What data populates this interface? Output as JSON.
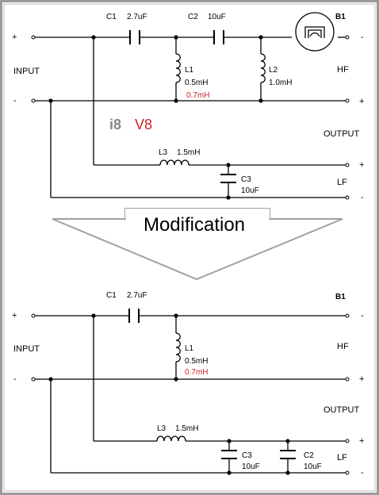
{
  "top_circuit": {
    "c1_name": "C1",
    "c1_value": "2.7uF",
    "c2_name": "C2",
    "c2_value": "10uF",
    "l1_name": "L1",
    "l1_value": "0.5mH",
    "l1_alt_value": "0.7mH",
    "l2_name": "L2",
    "l2_value": "1.0mH",
    "b1_name": "B1",
    "input_label": "INPUT",
    "hf_label": "HF",
    "output_label": "OUTPUT",
    "lf_label": "LF",
    "l3_name": "L3",
    "l3_value": "1.5mH",
    "c3_name": "C3",
    "c3_value": "10uF",
    "model_i8": "i8",
    "model_v8": "V8",
    "plus": "+",
    "minus": "-"
  },
  "banner": {
    "text": "Modification"
  },
  "bottom_circuit": {
    "c1_name": "C1",
    "c1_value": "2.7uF",
    "b1_name": "B1",
    "l1_name": "L1",
    "l1_value": "0.5mH",
    "l1_alt_value": "0.7mH",
    "input_label": "INPUT",
    "hf_label": "HF",
    "output_label": "OUTPUT",
    "lf_label": "LF",
    "l3_name": "L3",
    "l3_value": "1.5mH",
    "c3_name": "C3",
    "c3_value": "10uF",
    "c2_name": "C2",
    "c2_value": "10uF",
    "plus": "+",
    "minus": "-"
  },
  "colors": {
    "red": "#cc2222",
    "gray": "#888888",
    "line": "#000000",
    "border": "#9a9a9a"
  }
}
